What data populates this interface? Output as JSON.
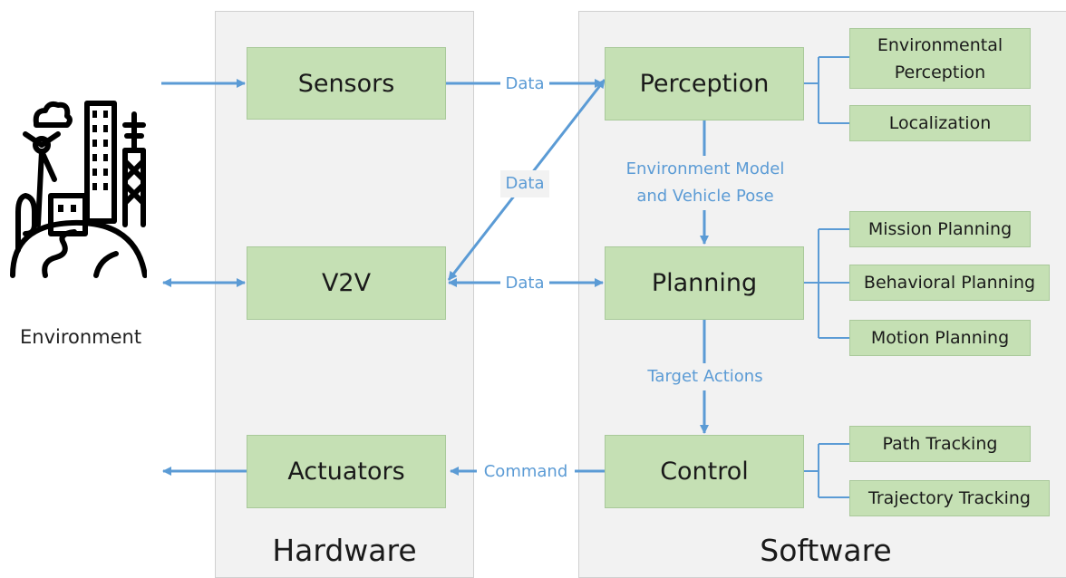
{
  "panels": {
    "hardware": "Hardware",
    "software": "Software"
  },
  "environment": {
    "label": "Environment",
    "icon": "city-environment-icon"
  },
  "hardware_boxes": {
    "sensors": "Sensors",
    "v2v": "V2V",
    "actuators": "Actuators"
  },
  "software_boxes": {
    "perception": "Perception",
    "planning": "Planning",
    "control": "Control"
  },
  "sub_boxes": {
    "environmental_perception": [
      "Environmental",
      "Perception"
    ],
    "localization": "Localization",
    "mission_planning": "Mission Planning",
    "behavioral_planning": "Behavioral Planning",
    "motion_planning": "Motion Planning",
    "path_tracking": "Path Tracking",
    "trajectory_tracking": "Trajectory Tracking"
  },
  "edge_labels": {
    "sensors_to_perception": "Data",
    "v2v_perception": "Data",
    "v2v_planning": "Data",
    "env_model": [
      "Environment Model",
      "and Vehicle Pose"
    ],
    "target_actions": "Target Actions",
    "command": "Command"
  },
  "colors": {
    "box_fill": "#c5e0b4",
    "arrow": "#5b9bd5",
    "panel": "#f2f2f2"
  }
}
